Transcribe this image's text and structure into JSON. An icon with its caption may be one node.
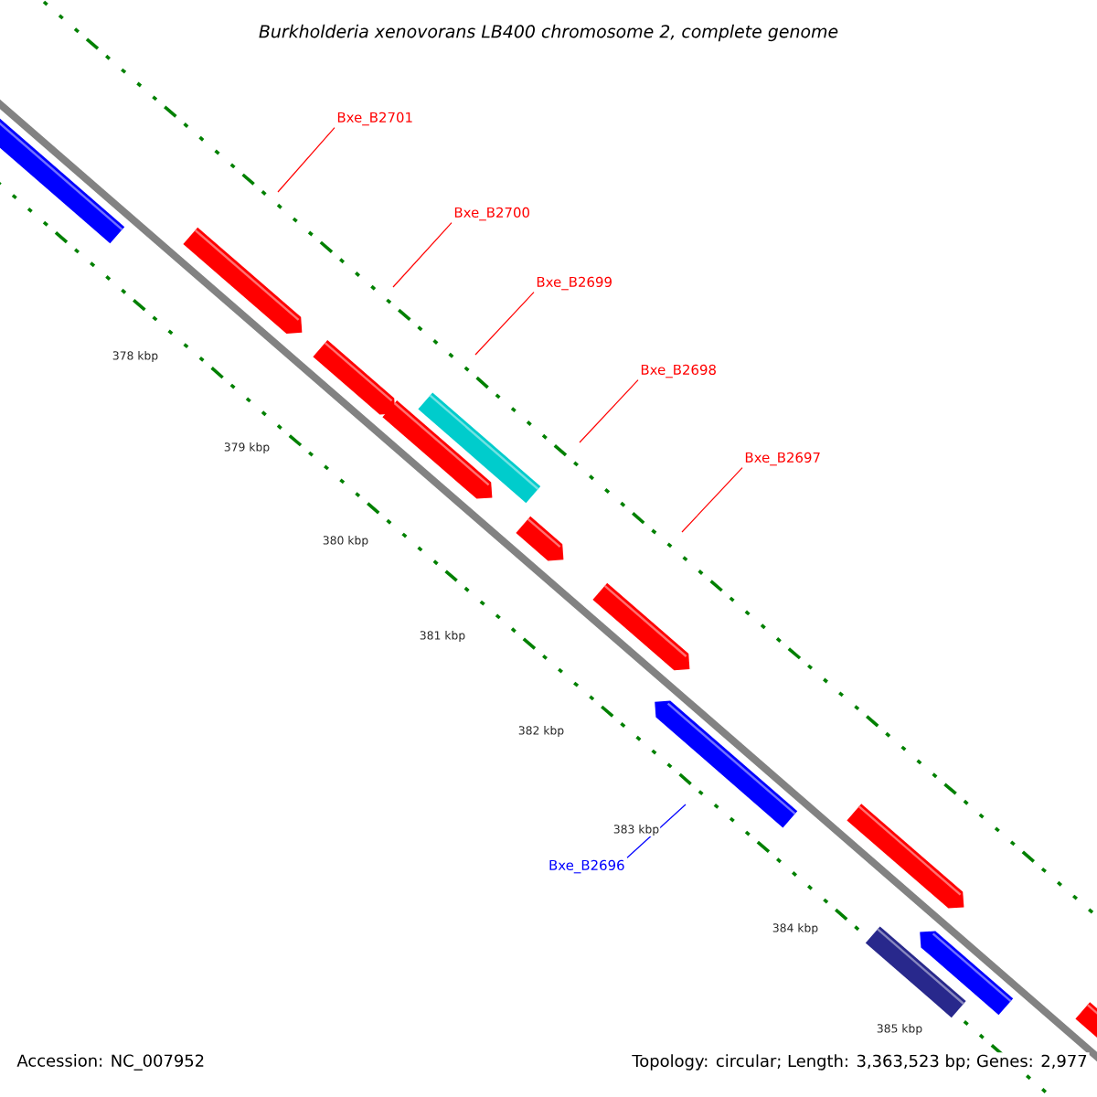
{
  "diagram": {
    "title": "Burkholderia xenovorans LB400 chromosome 2, complete genome",
    "nodes": [
      {
        "text": [
          "Bxe_B2701"
        ]
      },
      {
        "text": [
          "Bxe_B2700"
        ]
      },
      {
        "text": [
          "Bxe_B2699"
        ]
      },
      {
        "text": [
          "Bxe_B2698"
        ]
      },
      {
        "text": [
          "Bxe_B2697"
        ]
      },
      {
        "text": [
          "Bxe_B2696"
        ]
      }
    ],
    "edges": [
      {
        "from": 0,
        "to": null,
        "arrow": "none"
      },
      {
        "from": 1,
        "to": null,
        "arrow": "none"
      },
      {
        "from": 2,
        "to": null,
        "arrow": "none"
      },
      {
        "from": 3,
        "to": null,
        "arrow": "none"
      },
      {
        "from": 4,
        "to": null,
        "arrow": "none"
      },
      {
        "from": 5,
        "to": null,
        "arrow": "none",
        "color": "#0000ff"
      }
    ],
    "labels": [
      "378 kbp",
      "379 kbp",
      "380 kbp",
      "381 kbp",
      "382 kbp",
      "383 kbp",
      "384 kbp",
      "385 kbp",
      "Accession: NC_007952",
      "Topology: circular; Length: 3,363,523 bp; Genes: 2,977"
    ]
  }
}
